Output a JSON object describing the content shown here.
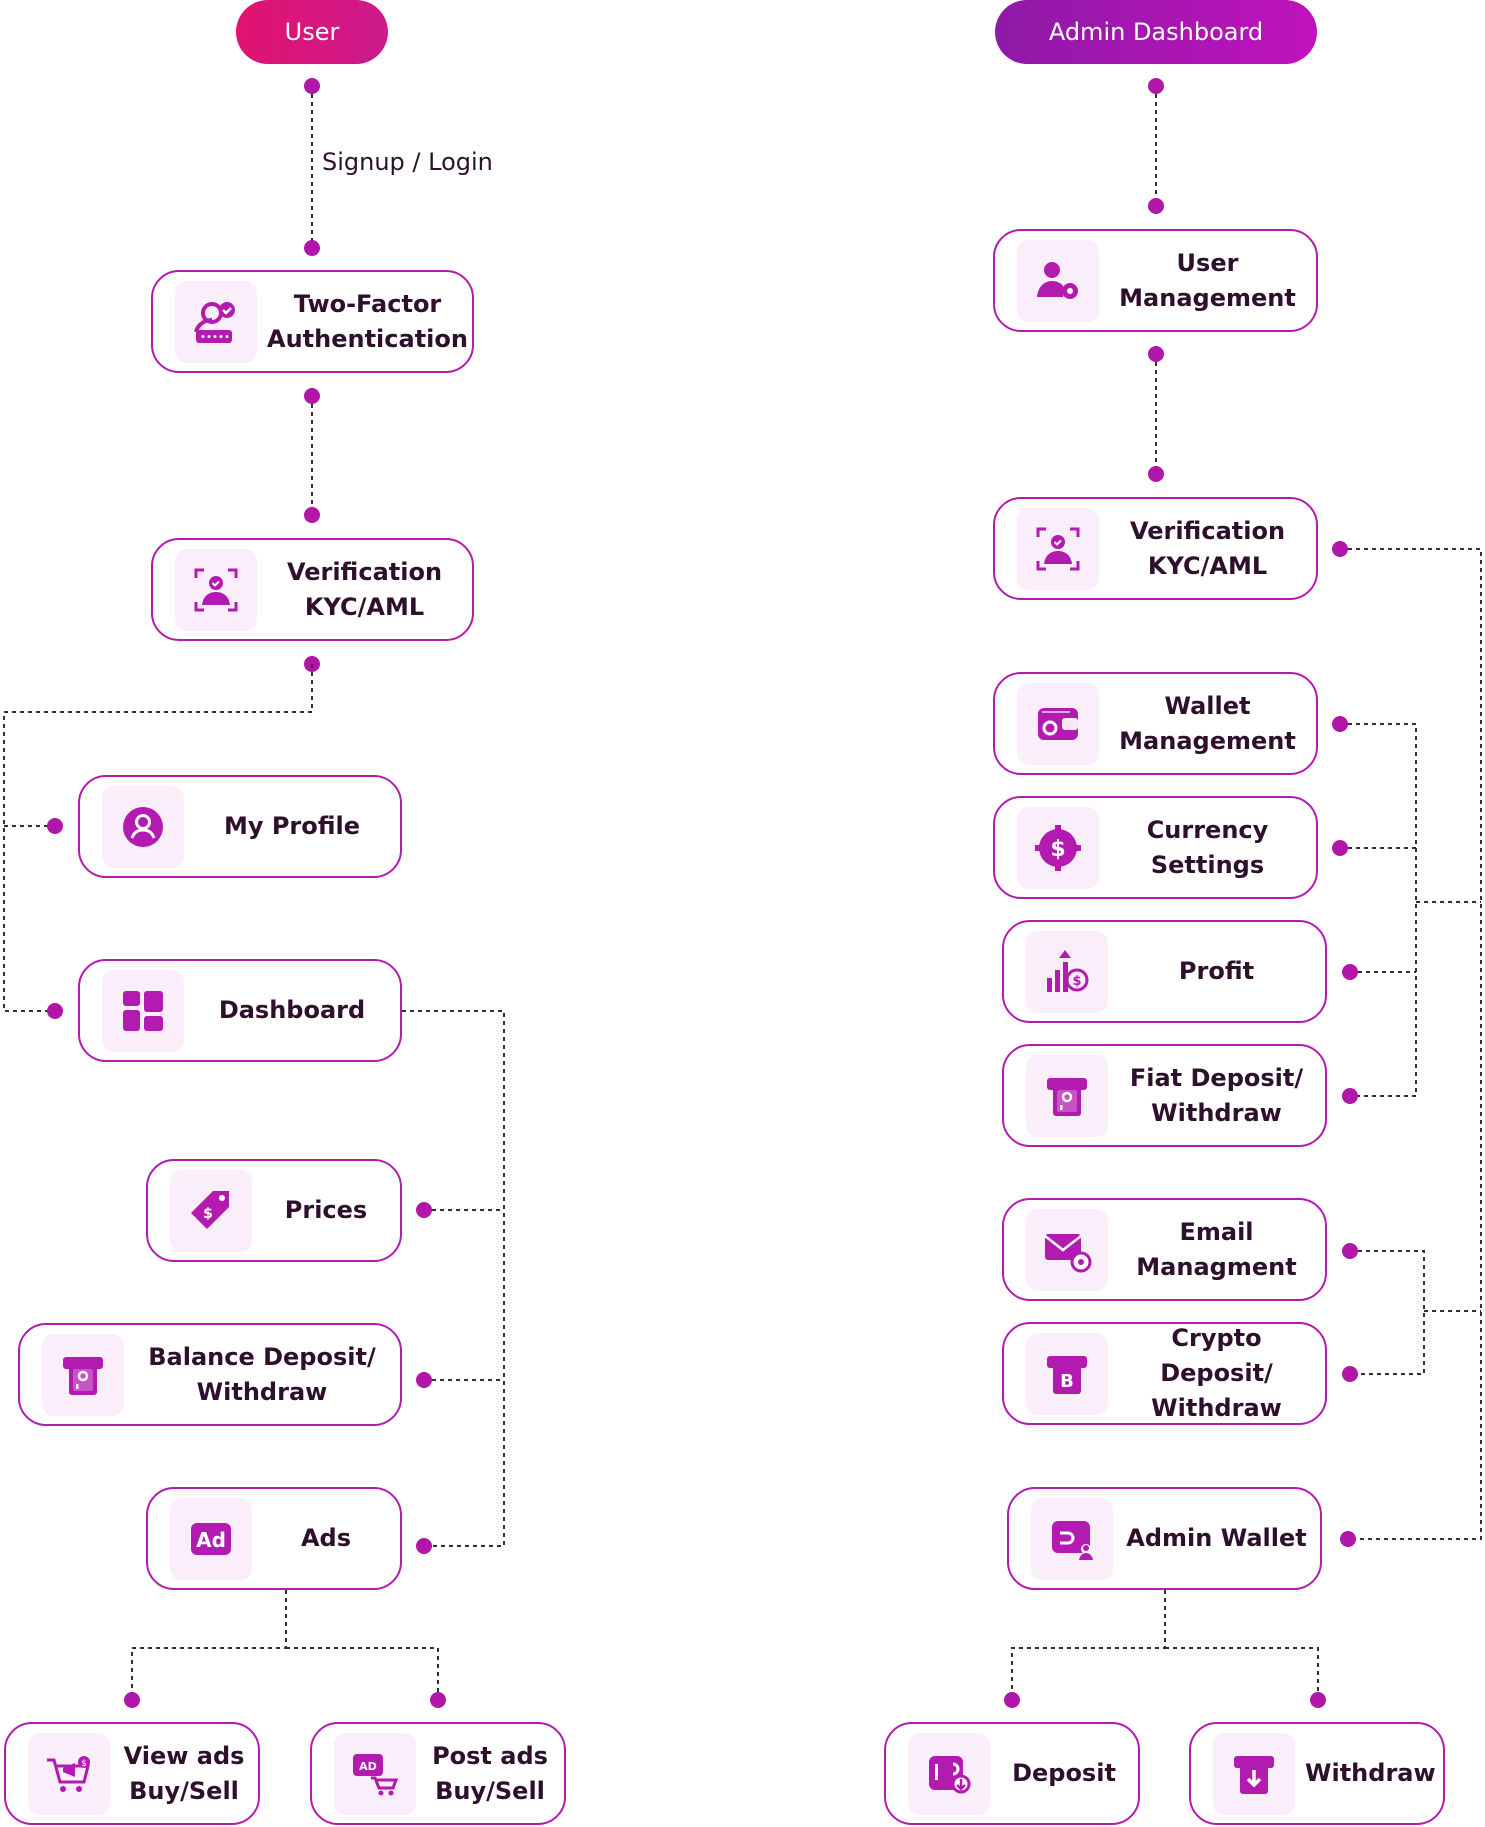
{
  "user": {
    "title": "User",
    "signup_label": "Signup / Login",
    "nodes": [
      {
        "id": "two_factor",
        "label": "Two-Factor Authentication",
        "icon": "user-shield-icon"
      },
      {
        "id": "kyc",
        "label": "Verification KYC/AML",
        "icon": "face-scan-icon"
      },
      {
        "id": "my_profile",
        "label": "My Profile",
        "icon": "profile-icon"
      },
      {
        "id": "dashboard",
        "label": "Dashboard",
        "icon": "dashboard-icon"
      },
      {
        "id": "prices",
        "label": "Prices",
        "icon": "price-tag-icon"
      },
      {
        "id": "balance",
        "label": "Balance Deposit/ Withdraw",
        "icon": "atm-icon"
      },
      {
        "id": "ads",
        "label": "Ads",
        "icon": "ad-icon"
      },
      {
        "id": "view_ads",
        "label": "View ads Buy/Sell",
        "icon": "cart-megaphone-icon"
      },
      {
        "id": "post_ads",
        "label": "Post ads Buy/Sell",
        "icon": "ad-cart-icon"
      }
    ]
  },
  "admin": {
    "title": "Admin Dashboard",
    "nodes": [
      {
        "id": "user_mgmt",
        "label": "User Management",
        "icon": "user-gear-icon"
      },
      {
        "id": "kyc",
        "label": "Verification KYC/AML",
        "icon": "face-scan-icon"
      },
      {
        "id": "wallet_mgmt",
        "label": "Wallet Management",
        "icon": "wallet-gear-icon"
      },
      {
        "id": "currency",
        "label": "Currency Settings",
        "icon": "dollar-gear-icon"
      },
      {
        "id": "profit",
        "label": "Profit",
        "icon": "profit-chart-icon"
      },
      {
        "id": "fiat",
        "label": "Fiat Deposit/ Withdraw",
        "icon": "atm-icon"
      },
      {
        "id": "email",
        "label": "Email Managment",
        "icon": "email-gear-icon"
      },
      {
        "id": "crypto",
        "label": "Crypto Deposit/ Withdraw",
        "icon": "bitcoin-atm-icon"
      },
      {
        "id": "admin_wallet",
        "label": "Admin Wallet",
        "icon": "admin-wallet-icon"
      },
      {
        "id": "deposit",
        "label": "Deposit",
        "icon": "deposit-icon"
      },
      {
        "id": "withdraw",
        "label": "Withdraw",
        "icon": "withdraw-icon"
      }
    ]
  },
  "colors": {
    "accent": "#b31bb0",
    "dot": "#b016a8",
    "text": "#2e0f2c",
    "user_pill": "#e1136f",
    "admin_pill": "#a714b5",
    "icon_bg": "#f9eef9"
  }
}
